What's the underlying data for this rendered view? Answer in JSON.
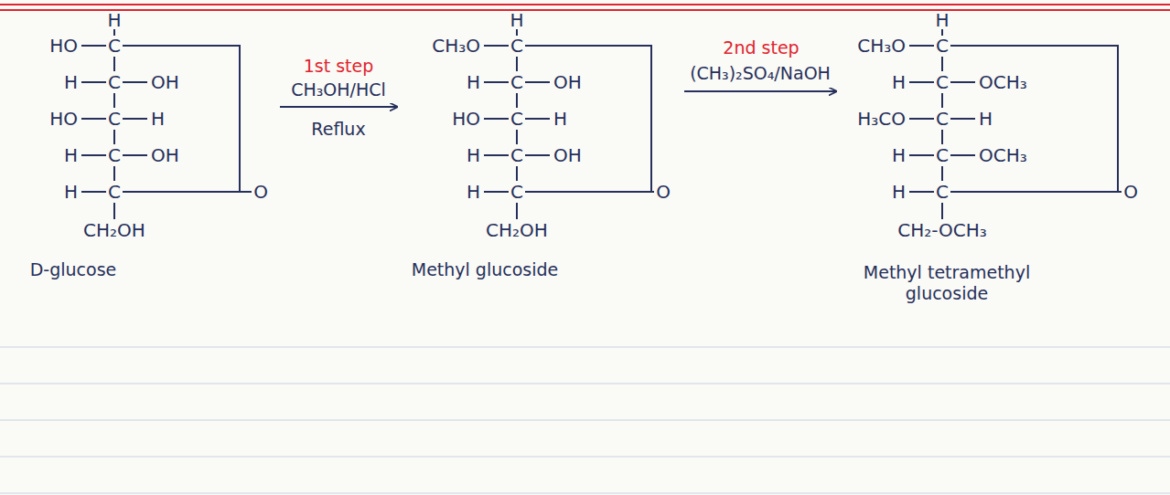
{
  "diagram": {
    "nodes": [
      {
        "text": [
          "H",
          "HO",
          "C",
          "H",
          "C",
          "OH",
          "HO",
          "C",
          "H",
          "H",
          "C",
          "OH",
          "H",
          "C",
          "O",
          "CH₂OH",
          "D-glucose"
        ]
      },
      {
        "text": [
          "H",
          "CH₃O",
          "C",
          "H",
          "C",
          "OH",
          "HO",
          "C",
          "H",
          "H",
          "C",
          "OH",
          "H",
          "C",
          "O",
          "CH₂OH",
          "Methyl glucoside"
        ]
      },
      {
        "text": [
          "H",
          "CH₃O",
          "C",
          "H",
          "C",
          "OCH₃",
          "H₃CO",
          "C",
          "H",
          "H",
          "C",
          "OCH₃",
          "H",
          "C",
          "O",
          "CH₂-OCH₃",
          "Methyl tetramethyl glucoside"
        ]
      }
    ],
    "edges": [
      {
        "from": 0,
        "to": 1,
        "label": "CH₃OH/HCl",
        "arrow": "to"
      },
      {
        "from": 1,
        "to": 2,
        "label": "(CH₃)₂SO₄/NaOH",
        "arrow": "to"
      }
    ],
    "labels": [
      "1st step",
      "Reflux",
      "2nd step"
    ]
  }
}
